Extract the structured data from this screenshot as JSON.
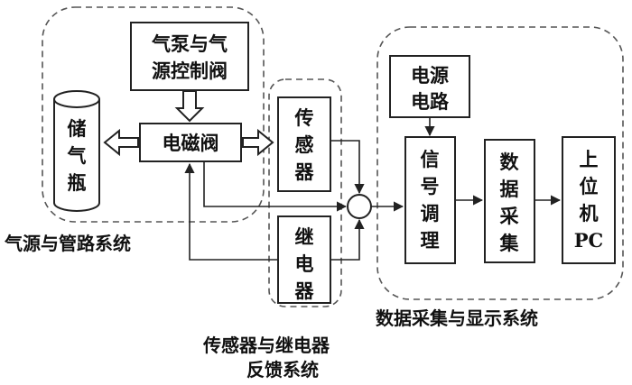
{
  "nodes": {
    "pump_valve": [
      "气泵与气",
      "源控制阀"
    ],
    "cylinder": [
      "储",
      "气",
      "瓶"
    ],
    "solenoid_valve": "电磁阀",
    "sensor": [
      "传",
      "感",
      "器"
    ],
    "relay": [
      "继",
      "电",
      "器"
    ],
    "power_circuit": [
      "电源",
      "电路"
    ],
    "signal_conditioning": [
      "信",
      "号",
      "调",
      "理"
    ],
    "data_acquisition": [
      "数",
      "据",
      "采",
      "集"
    ],
    "host_pc": [
      "上",
      "位",
      "机",
      "PC"
    ]
  },
  "groups": {
    "gas_source": "气源与管路系统",
    "feedback": [
      "传感器与继电器",
      "反馈系统"
    ],
    "acquisition_display": "数据采集与显示系统"
  }
}
